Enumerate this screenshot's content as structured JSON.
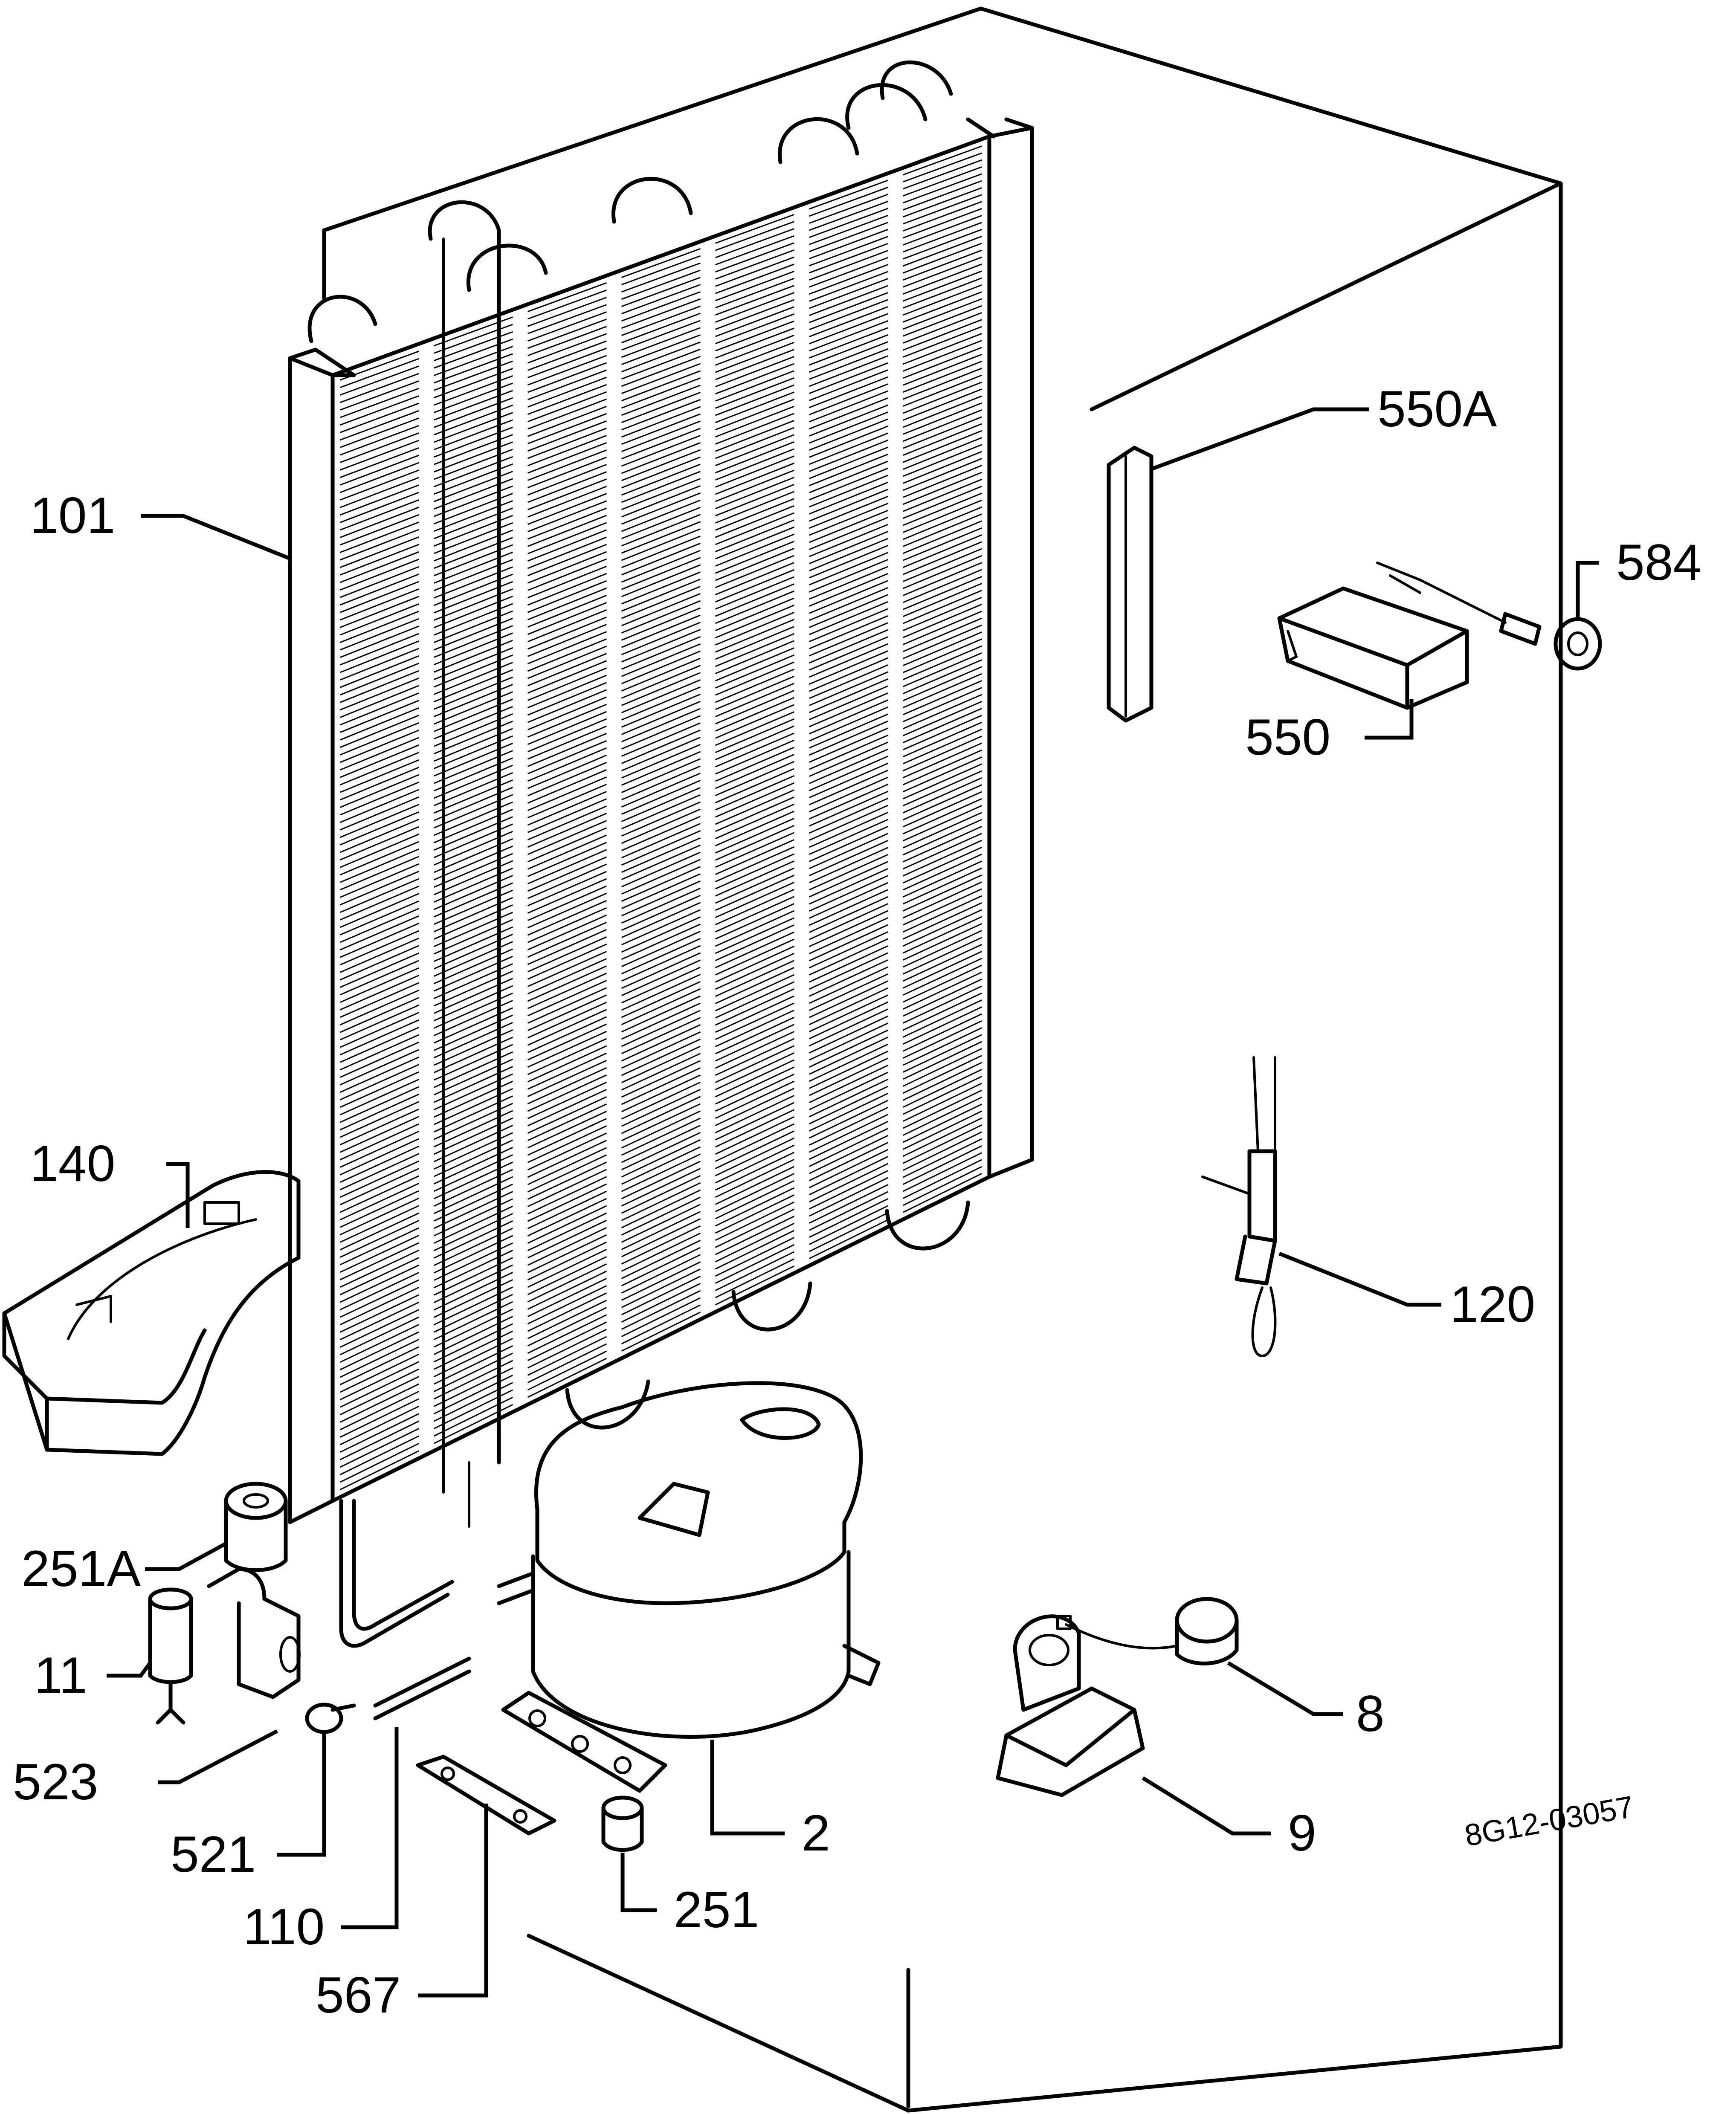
{
  "callouts": {
    "c101": "101",
    "c140": "140",
    "c251A": "251A",
    "c11": "11",
    "c523": "523",
    "c521": "521",
    "c110": "110",
    "c567": "567",
    "c251": "251",
    "c2": "2",
    "c9": "9",
    "c8": "8",
    "c120": "120",
    "c550": "550",
    "c550A": "550A",
    "c584": "584"
  },
  "reference": "8G12-03057"
}
